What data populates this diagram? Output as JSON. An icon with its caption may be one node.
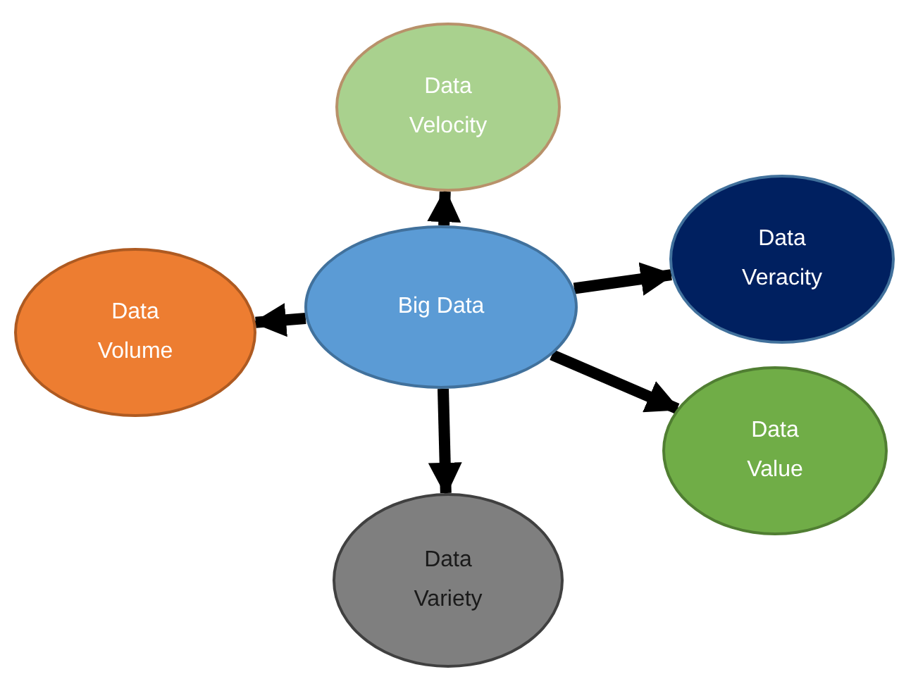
{
  "diagram": {
    "nodes": [
      {
        "text": [
          "Data Velocity"
        ]
      },
      {
        "text": [
          "Data Veracity"
        ]
      },
      {
        "text": [
          "Data Volume"
        ]
      },
      {
        "text": [
          "Big Data"
        ]
      },
      {
        "text": [
          "Data Value"
        ]
      },
      {
        "text": [
          "Data Variety"
        ]
      }
    ],
    "edges": [
      {
        "from": 3,
        "to": 0,
        "arrow": "to"
      },
      {
        "from": 3,
        "to": 1,
        "arrow": "to"
      },
      {
        "from": 3,
        "to": 2,
        "arrow": "to"
      },
      {
        "from": 3,
        "to": 4,
        "arrow": "to"
      },
      {
        "from": 3,
        "to": 5,
        "arrow": "to"
      }
    ]
  }
}
